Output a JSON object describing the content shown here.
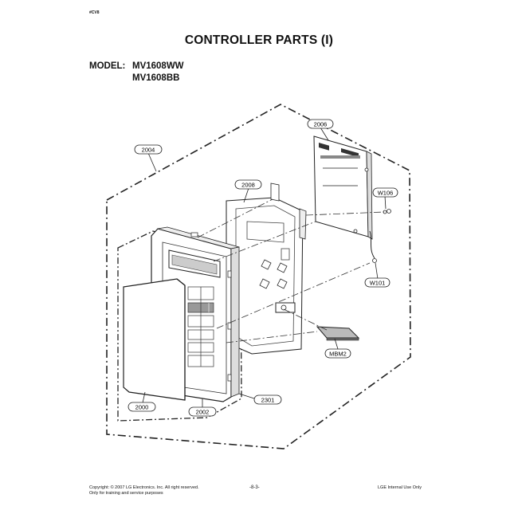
{
  "header": {
    "corner_mark": "#CV8",
    "title": "CONTROLLER PARTS (I)",
    "model_label": "MODEL:",
    "models": [
      "MV1608WW",
      "MV1608BB"
    ]
  },
  "parts": {
    "p2006": "2006",
    "p2004": "2004",
    "p2008": "2008",
    "w106": "W106",
    "w101": "W101",
    "mbm2": "MBM2",
    "p2000": "2000",
    "p2002": "2002",
    "p2301": "2301"
  },
  "footer": {
    "copyright": "Copyright: © 2007 LG Electronics. Inc. All right reserved.",
    "usage": "Only for training and service purposes",
    "page_number": "-8-3-",
    "internal": "LGE Internal Use Only"
  }
}
